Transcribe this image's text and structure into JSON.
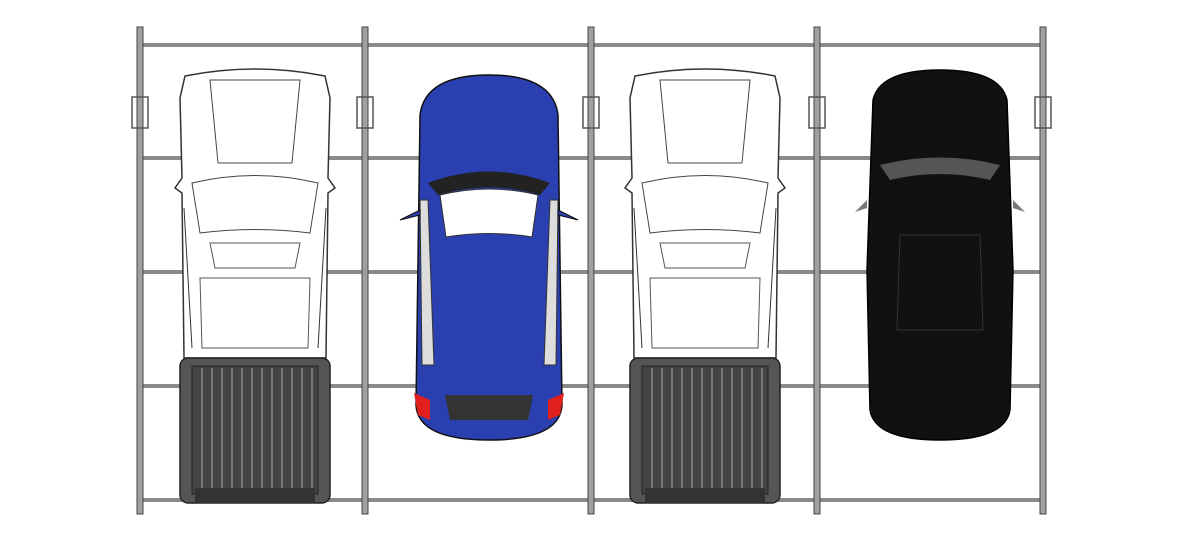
{
  "colors": {
    "frame": "#9a9a9a",
    "frame_dark": "#3a3a3a",
    "pickup_body": "#ffffff",
    "pickup_bed": "#5a5a5a",
    "hatchback_body": "#2a3fb0",
    "hatchback_taillight": "#e0201c",
    "sedan_body": "#111111"
  },
  "vehicles": [
    {
      "type": "pickup-truck",
      "color": "white"
    },
    {
      "type": "hatchback",
      "color": "blue"
    },
    {
      "type": "pickup-truck",
      "color": "white"
    },
    {
      "type": "sedan",
      "color": "black"
    }
  ]
}
